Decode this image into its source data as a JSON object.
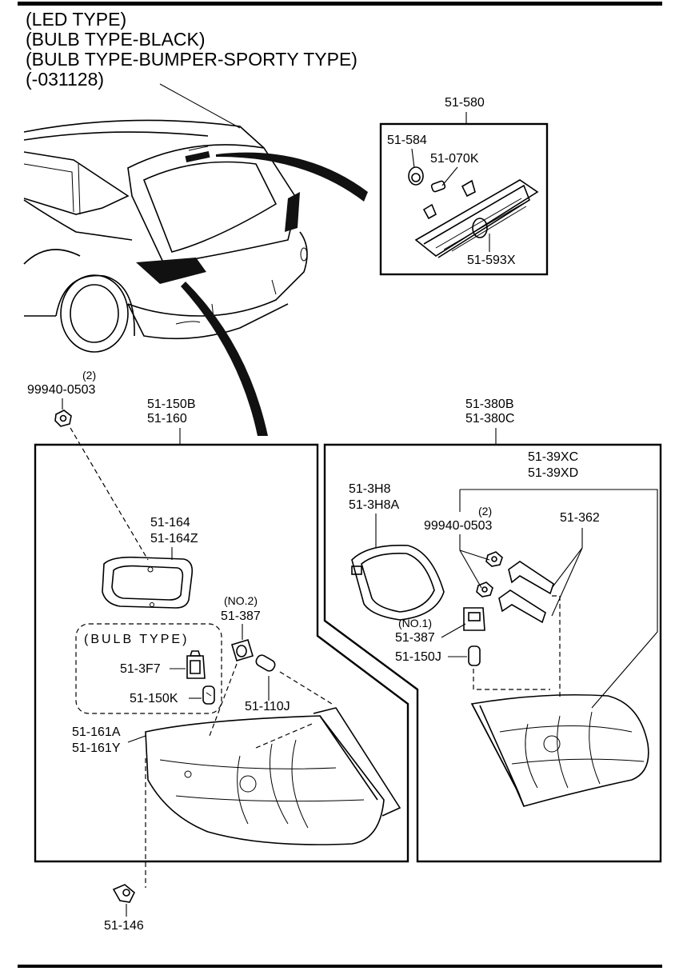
{
  "header": {
    "lines": [
      "(LED TYPE)",
      "(BULB TYPE-BLACK)",
      "(BULB TYPE-BUMPER-SPORTY TYPE)",
      "(-031128)"
    ]
  },
  "labels": {
    "p51_580": "51-580",
    "p51_584": "51-584",
    "p51_070k": "51-070K",
    "p51_593x": "51-593X",
    "qty_left": "(2)",
    "p99940_left": "99940-0503",
    "p51_150b": "51-150B",
    "p51_160": "51-160",
    "p51_164": "51-164",
    "p51_164z": "51-164Z",
    "bulb_type": "(BULB  TYPE)",
    "p51_3f7": "51-3F7",
    "p51_150k": "51-150K",
    "no2": "(NO.2)",
    "p51_387_a": "51-387",
    "p51_110j": "51-110J",
    "p51_161a": "51-161A",
    "p51_161y": "51-161Y",
    "p51_146": "51-146",
    "p51_380b": "51-380B",
    "p51_380c": "51-380C",
    "p51_39xc": "51-39XC",
    "p51_39xd": "51-39XD",
    "p51_3h8": "51-3H8",
    "p51_3h8a": "51-3H8A",
    "qty_right": "(2)",
    "p99940_right": "99940-0503",
    "p51_362": "51-362",
    "no1": "(NO.1)",
    "p51_387_b": "51-387",
    "p51_150j": "51-150J"
  }
}
